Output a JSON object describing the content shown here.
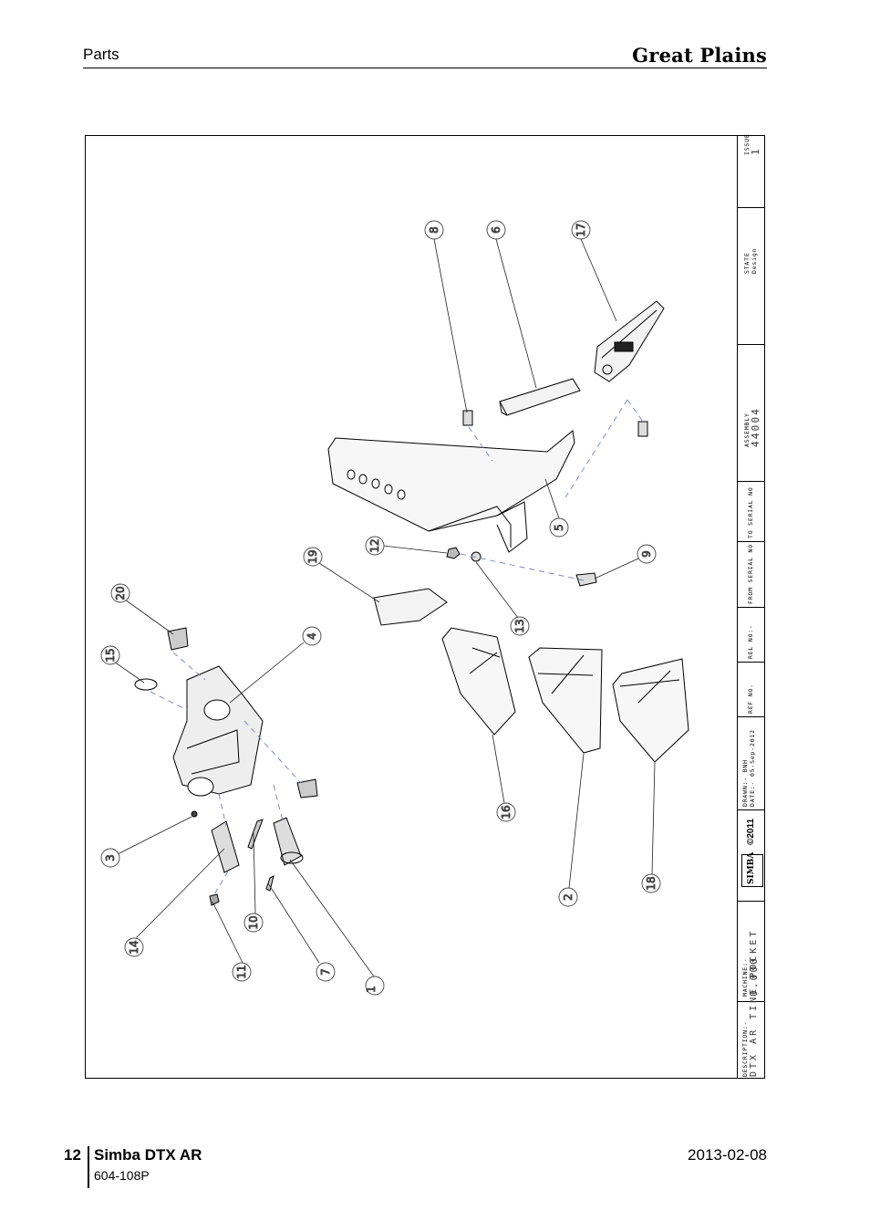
{
  "header": {
    "section": "Parts",
    "brand": "Great Plains"
  },
  "footer": {
    "page_number": "12",
    "title": "Simba DTX AR",
    "code": "604-108P",
    "date": "2013-02-08"
  },
  "title_block": {
    "issue_label": "ISSUE",
    "issue_value": "1",
    "state_label": "STATE",
    "state_value": "Design",
    "assembly_label": "ASSEMBLY",
    "assembly_value": "44004",
    "to_serial_label": "TO SERIAL NO",
    "from_serial_label": "FROM SERIAL NO",
    "rel_label": "REL NO:-",
    "ref_label": "REF NO.",
    "drawn_label": "DRAWN:- BNH",
    "date_label": "DATE:- 05-Sep-2012",
    "copyright": "©2011",
    "logo_text": "SIMBA",
    "machine_label": "MACHINE:-",
    "machine_value": "0.000",
    "description_label": "DESCRIPTION:-",
    "description_value": "DTX AR TINE POCKET"
  },
  "callouts": [
    "8",
    "6",
    "17",
    "5",
    "12",
    "19",
    "9",
    "13",
    "20",
    "4",
    "15",
    "16",
    "2",
    "18",
    "3",
    "14",
    "10",
    "11",
    "7",
    "1"
  ]
}
